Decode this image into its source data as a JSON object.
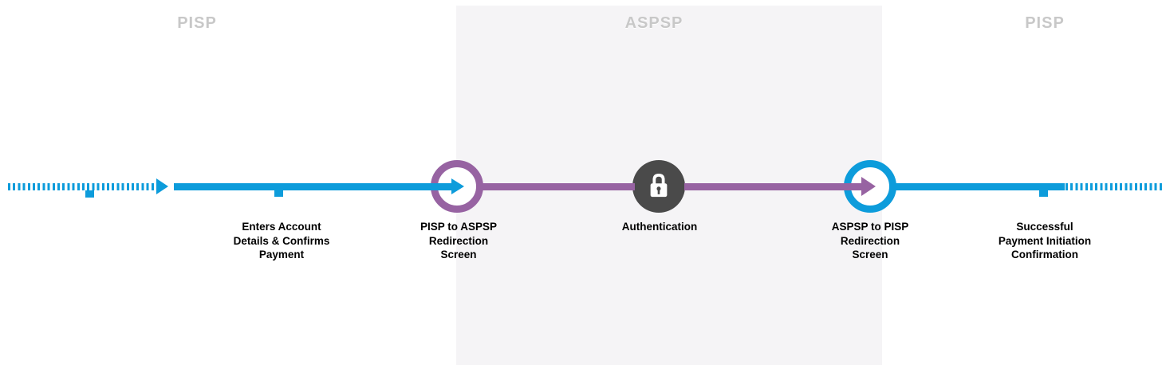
{
  "colors": {
    "blue": "#0d9cdb",
    "purple": "#9763a2",
    "dark_gray": "#4a4a4a",
    "lane_header_gray": "#c8c8c8",
    "aspsp_band_bg": "#f5f4f6",
    "label_text": "#000000"
  },
  "lanes": {
    "left": "PISP",
    "center": "ASPSP",
    "right": "PISP"
  },
  "steps": [
    {
      "id": "enters-account",
      "label": "Enters Account\nDetails & Confirms\nPayment"
    },
    {
      "id": "pisp-to-aspsp-redirection",
      "label": "PISP to ASPSP\nRedirection\nScreen"
    },
    {
      "id": "authentication",
      "label": "Authentication"
    },
    {
      "id": "aspsp-to-pisp-redirection",
      "label": "ASPSP to PISP\nRedirection\nScreen"
    },
    {
      "id": "successful-payment",
      "label": "Successful\nPayment Initiation\nConfirmation"
    }
  ],
  "icons": {
    "lock": "padlock",
    "arrowheads": "right-pointing-triangle"
  }
}
